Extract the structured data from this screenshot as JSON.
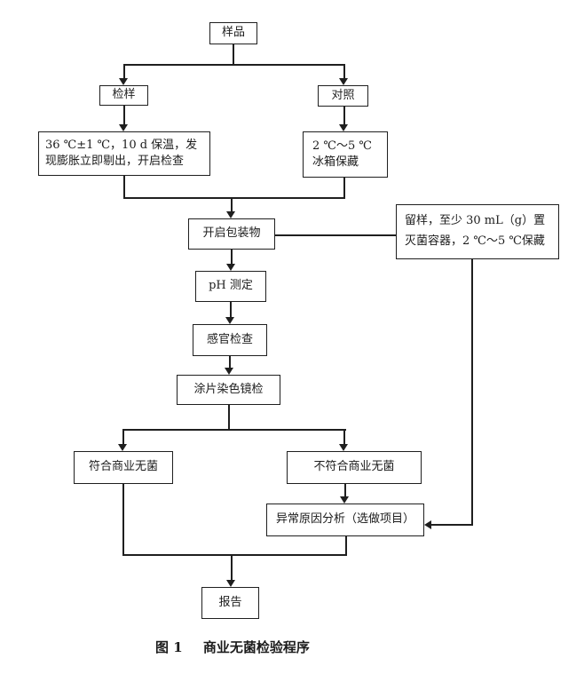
{
  "figure_caption": {
    "label": "图 1",
    "title": "商业无菌检验程序"
  },
  "nodes": {
    "sample": {
      "label": "样品"
    },
    "inspect_sample": {
      "label": "检样"
    },
    "control": {
      "label": "对照"
    },
    "incubation": {
      "line1": "36 ℃±1 ℃，10 d 保温，发",
      "line2": "现膨胀立即剔出，开启检查"
    },
    "refrigerate": {
      "line1": "2 ℃～5 ℃",
      "line2": "冰箱保藏"
    },
    "open_package": {
      "label": "开启包装物"
    },
    "retain_sample": {
      "line1": "留样，至少 30 mL（g）置",
      "line2": "灭菌容器，2 ℃～5 ℃保藏"
    },
    "ph_test": {
      "label": "pH 测定"
    },
    "sensory_check": {
      "label": "感官检查"
    },
    "smear_microscopy": {
      "label": "涂片染色镜检"
    },
    "commercially_sterile": {
      "label": "符合商业无菌"
    },
    "not_commercially_sterile": {
      "label": "不符合商业无菌"
    },
    "abnormal_analysis": {
      "label": "异常原因分析（选做项目）"
    },
    "report": {
      "label": "报告"
    }
  },
  "edges": [
    {
      "from": "样品",
      "to": "检样"
    },
    {
      "from": "样品",
      "to": "对照"
    },
    {
      "from": "检样",
      "to": "36 ℃±1 ℃，10 d 保温，发现膨胀立即剔出，开启检查"
    },
    {
      "from": "对照",
      "to": "2 ℃～5 ℃冰箱保藏"
    },
    {
      "from": "36 ℃±1 ℃，10 d 保温，发现膨胀立即剔出，开启检查",
      "to": "开启包装物"
    },
    {
      "from": "2 ℃～5 ℃冰箱保藏",
      "to": "开启包装物"
    },
    {
      "from": "开启包装物",
      "to": "留样，至少 30 mL（g）置灭菌容器，2 ℃～5 ℃保藏"
    },
    {
      "from": "开启包装物",
      "to": "pH 测定"
    },
    {
      "from": "pH 测定",
      "to": "感官检查"
    },
    {
      "from": "感官检查",
      "to": "涂片染色镜检"
    },
    {
      "from": "涂片染色镜检",
      "to": "符合商业无菌"
    },
    {
      "from": "涂片染色镜检",
      "to": "不符合商业无菌"
    },
    {
      "from": "不符合商业无菌",
      "to": "异常原因分析（选做项目）"
    },
    {
      "from": "留样，至少 30 mL（g）置灭菌容器，2 ℃～5 ℃保藏",
      "to": "异常原因分析（选做项目）"
    },
    {
      "from": "符合商业无菌",
      "to": "报告"
    },
    {
      "from": "异常原因分析（选做项目）",
      "to": "报告"
    }
  ],
  "colors": {
    "background": "#ffffff",
    "line": "#1f1f1f",
    "box_border": "#1f1f1f",
    "text": "#1c1c1c"
  }
}
